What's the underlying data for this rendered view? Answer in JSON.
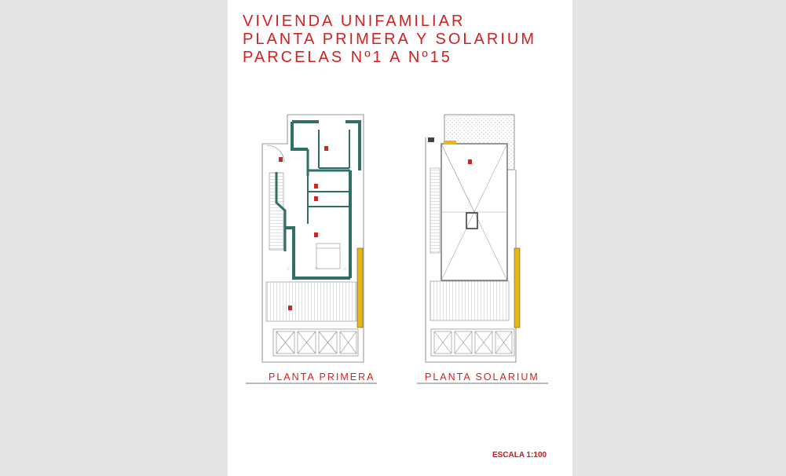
{
  "header": {
    "line1": "VIVIENDA UNIFAMILIAR",
    "line2": "PLANTA PRIMERA Y SOLARIUM",
    "line3": "PARCELAS Nº1 A Nº15"
  },
  "plans": {
    "left_label": "PLANTA PRIMERA",
    "right_label": "PLANTA SOLARIUM"
  },
  "scale_text": "ESCALA 1:100",
  "colors": {
    "title_red": "#d42020",
    "wall_teal": "#2f6f66",
    "yellow_wall": "#e6b716"
  }
}
